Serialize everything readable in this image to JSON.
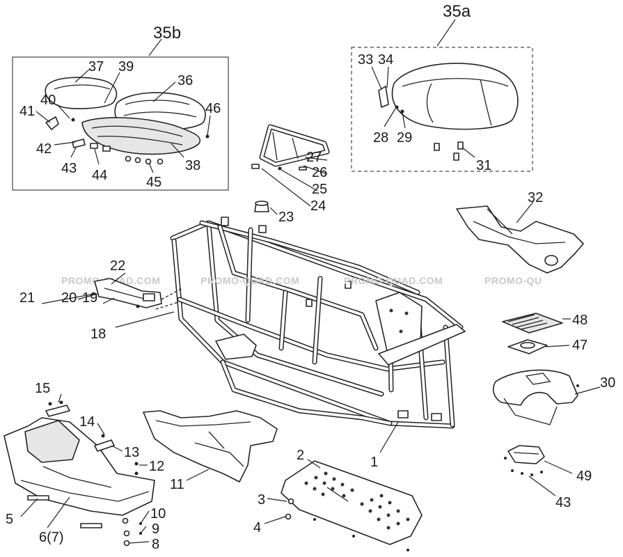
{
  "watermark": {
    "text": "PROMO-QUAD.COM",
    "text_cut": "PROMO-QU"
  },
  "groups": {
    "seat_b": "35b",
    "seat_a": "35a"
  },
  "labels": {
    "p1": "1",
    "p2": "2",
    "p3": "3",
    "p4": "4",
    "p5": "5",
    "p6": "6(7)",
    "p8": "8",
    "p9": "9",
    "p10": "10",
    "p11": "11",
    "p12": "12",
    "p13": "13",
    "p14": "14",
    "p15": "15",
    "p18": "18",
    "p19": "19",
    "p20": "20",
    "p21": "21",
    "p22": "22",
    "p23": "23",
    "p24": "24",
    "p25": "25",
    "p26": "26",
    "p27": "27",
    "p28": "28",
    "p29": "29",
    "p30": "30",
    "p31": "31",
    "p32": "32",
    "p33": "33",
    "p34": "34",
    "p36": "36",
    "p37": "37",
    "p38": "38",
    "p39": "39",
    "p40": "40",
    "p41": "41",
    "p42": "42",
    "p43a": "43",
    "p43b": "43",
    "p44": "44",
    "p45": "45",
    "p46": "46",
    "p47": "47",
    "p48": "48",
    "p49": "49"
  }
}
